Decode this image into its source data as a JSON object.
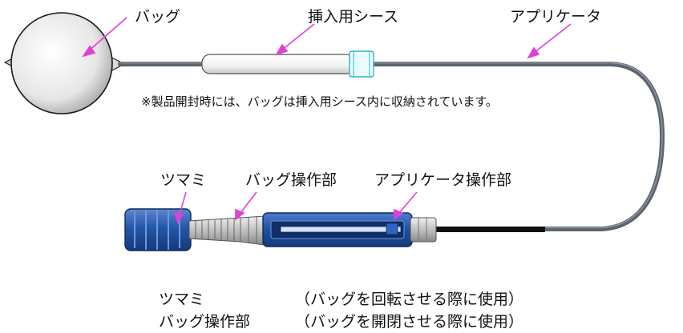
{
  "labels": {
    "bag": "バッグ",
    "sheath": "挿入用シース",
    "applicator": "アプリケータ",
    "knob": "ツマミ",
    "bag_operation": "バッグ操作部",
    "applicator_operation": "アプリケータ操作部"
  },
  "note": "※製品開封時には、バッグは挿入用シース内に収納されています。",
  "legend": [
    {
      "name": "ツマミ",
      "desc": "（バッグを回転させる際に使用）"
    },
    {
      "name": "バッグ操作部",
      "desc": "（バッグを開閉させる際に使用）"
    }
  ],
  "colors": {
    "arrow": "#e040d8",
    "tube": "#5c6470",
    "knob_blue": "#2456a8",
    "handle_blue": "#1f4fa0"
  }
}
